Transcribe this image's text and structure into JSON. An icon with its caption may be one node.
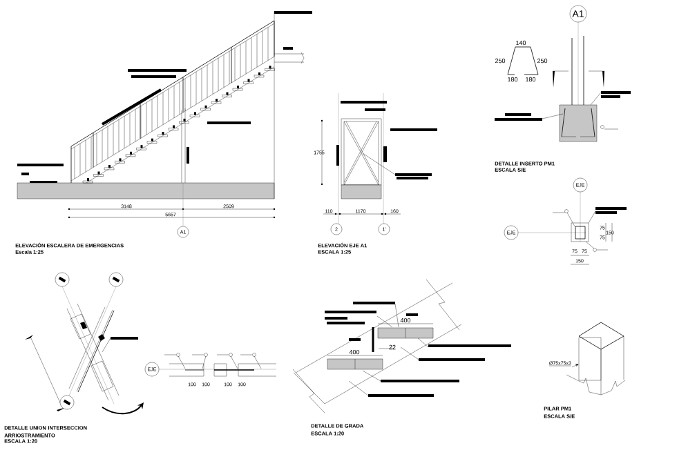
{
  "diagram": {
    "nodes": [
      {
        "text": [
          "A1"
        ]
      },
      {
        "text": [
          "2"
        ]
      },
      {
        "text": [
          "1'"
        ]
      },
      {
        "text": [
          "A1"
        ]
      },
      {
        "text": [
          "EJE"
        ]
      },
      {
        "text": [
          "EJE"
        ]
      },
      {
        "text": [
          "EJE"
        ]
      },
      {
        "text": [
          "Ø75x75x3"
        ]
      },
      {
        "text": [],
        "shape": "box"
      },
      {
        "text": [],
        "shape": "circle"
      },
      {
        "text": [],
        "shape": "circle"
      },
      {
        "text": [],
        "shape": "circle"
      }
    ],
    "edges": [
      {
        "from": 7,
        "to": 8,
        "arrow": "to"
      }
    ],
    "labels": [
      "3148",
      "2509",
      "5657",
      "ELEVACIÓN ESCALERA DE EMERGENCIAS",
      "Escala 1:25",
      "1755",
      "110",
      "1170",
      "160",
      "ELEVACIÓN EJE A1",
      "ESCALA 1:25",
      "140",
      "250",
      "250",
      "180",
      "180",
      "DETALLE INSERTO PM1",
      "ESCALA S/E",
      "75",
      "75",
      "150",
      "75",
      "75",
      "150",
      "DETALLE UNION INTERSECCION ARRIOSTRAMIENTO",
      "ESCALA 1:20",
      "100",
      "100",
      "100",
      "100",
      "400",
      "22",
      "400",
      "DETALLE DE GRADA",
      "ESCALA 1:20",
      "PILAR PM1",
      "ESCALA S/E"
    ]
  }
}
